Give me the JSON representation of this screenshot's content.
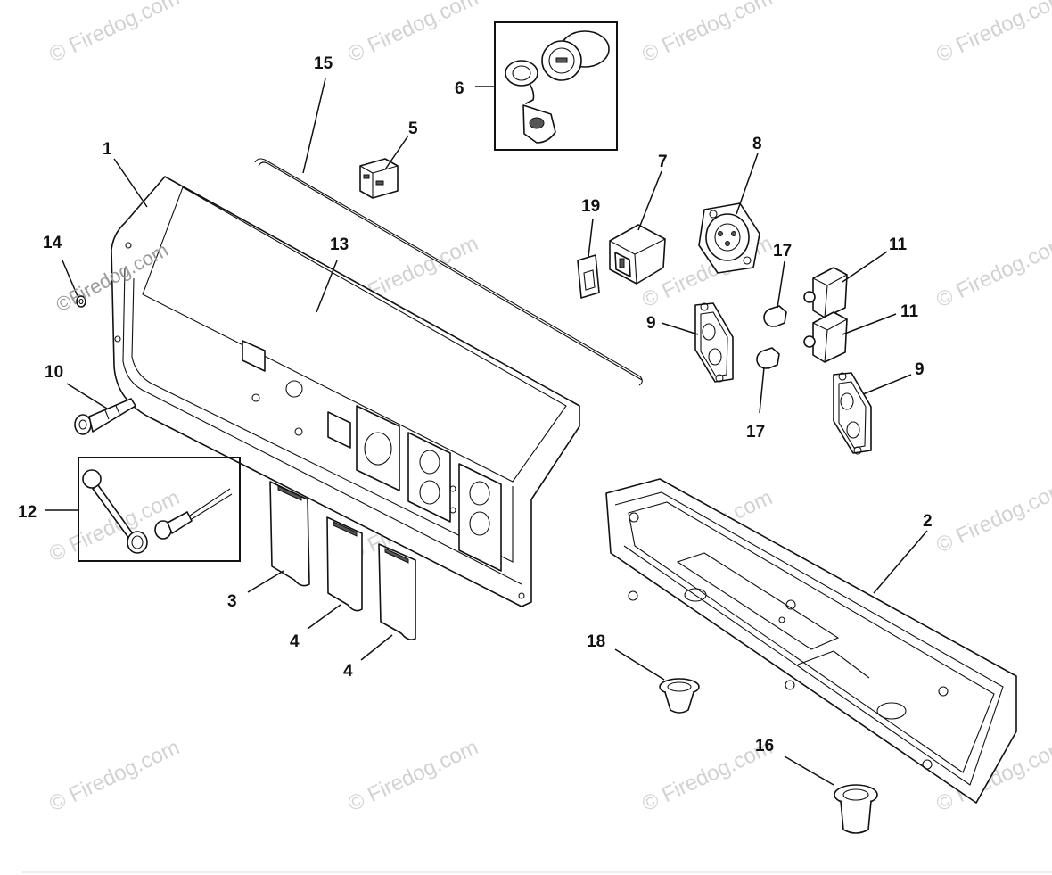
{
  "watermark": "© Firedog.com",
  "watermark_overlay": "©Firedog.com",
  "callouts": {
    "c1": "1",
    "c2": "2",
    "c3": "3",
    "c4a": "4",
    "c4b": "4",
    "c5": "5",
    "c6": "6",
    "c7": "7",
    "c8": "8",
    "c9a": "9",
    "c9b": "9",
    "c10": "10",
    "c11a": "11",
    "c11b": "11",
    "c12": "12",
    "c13": "13",
    "c14": "14",
    "c15": "15",
    "c16": "16",
    "c17a": "17",
    "c17b": "17",
    "c18": "18",
    "c19": "19"
  }
}
